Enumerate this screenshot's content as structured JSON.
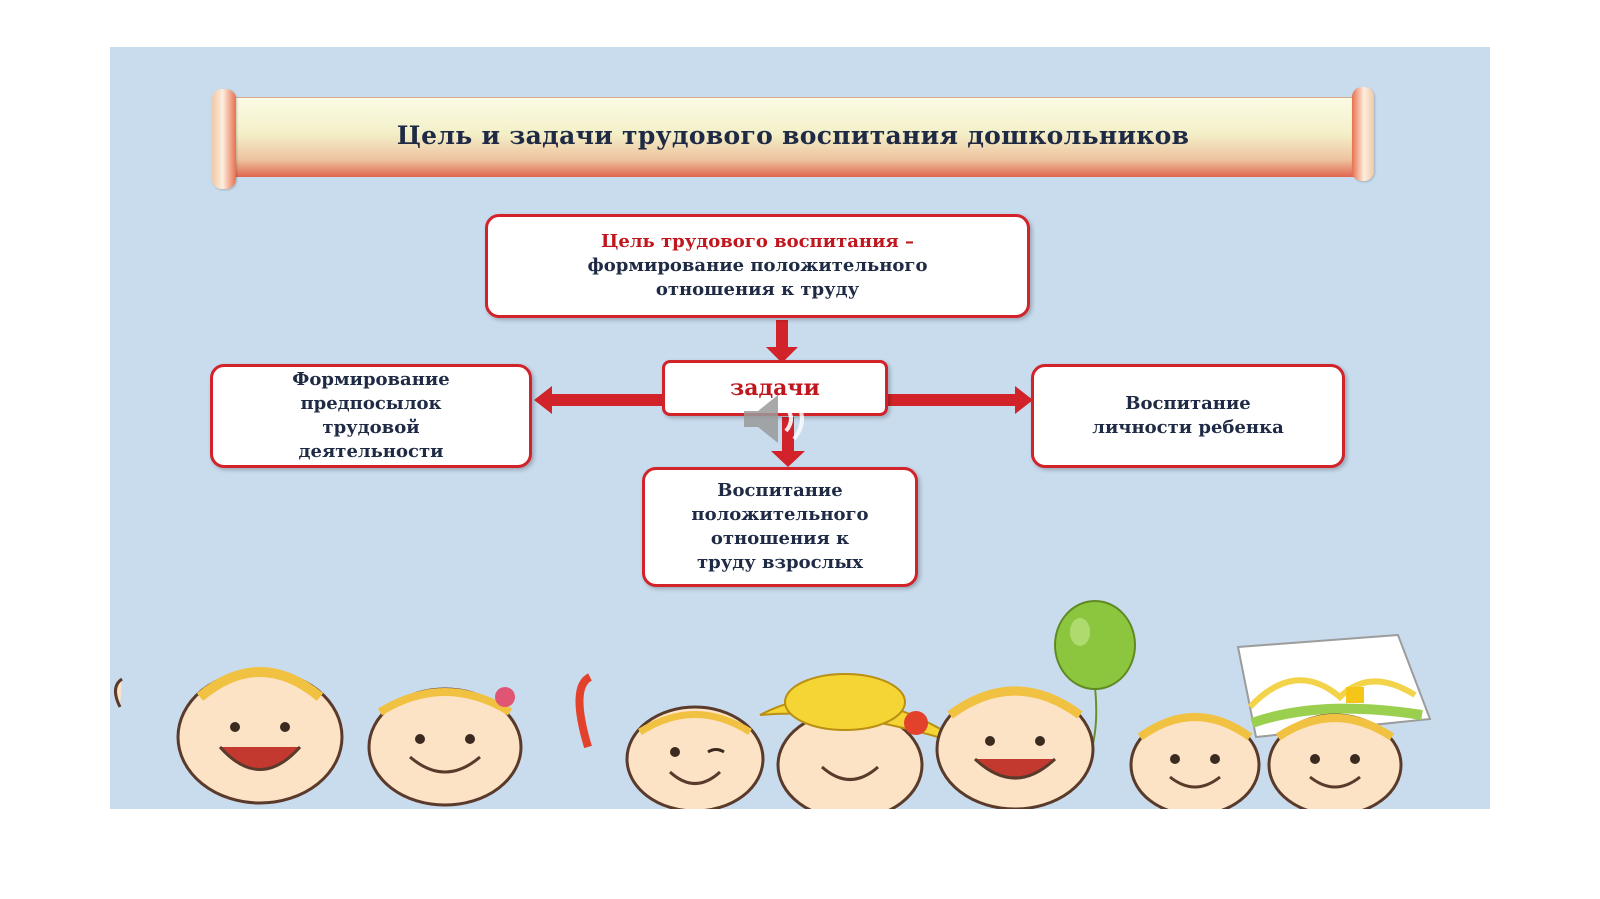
{
  "slide": {
    "title": "Цель и задачи трудового воспитания дошкольников",
    "goal": {
      "accent": "Цель трудового воспитания –",
      "line2": "формирование положительного",
      "line3": "отношения к труду"
    },
    "tasks_label": "задачи",
    "task_left": {
      "l1": "Формирование",
      "l2": "предпосылок",
      "l3": "трудовой",
      "l4": "деятельности"
    },
    "task_right": {
      "l1": "Воспитание",
      "l2": "личности ребенка"
    },
    "task_bottom": {
      "l1": "Воспитание",
      "l2": "положительного",
      "l3": "отношения к",
      "l4": "труду взрослых"
    }
  },
  "colors": {
    "background": "#c9dcee",
    "accent_red": "#d2232a",
    "text_dark": "#1f2a44",
    "balloon": "#8cc63f",
    "hat": "#f5d533"
  },
  "icons": [
    "speaker-icon",
    "balloon-icon",
    "picture-icon"
  ]
}
